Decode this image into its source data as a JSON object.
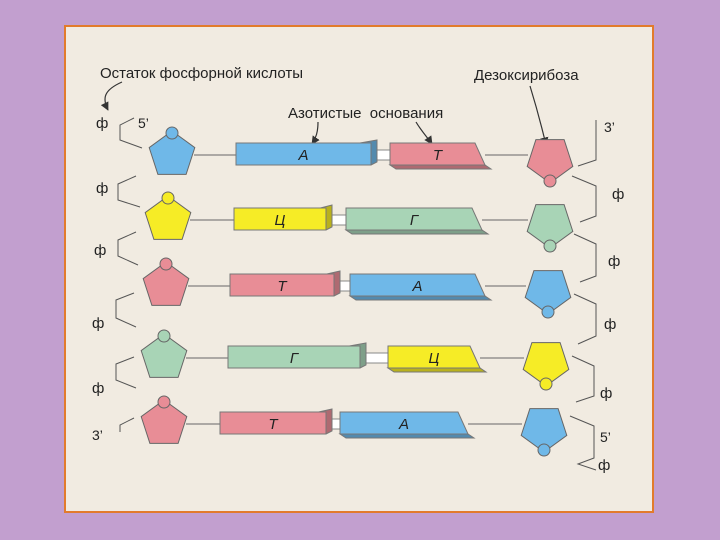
{
  "labels": {
    "phosphate": "Остаток фосфорной кислоты",
    "bases": "Азотистые  основания",
    "deoxyribose": "Дезоксирибоза",
    "phi": "ф",
    "end_5_top_left": "5’",
    "end_3_top_right": "3’",
    "end_3_bottom_left": "3’",
    "end_5_bottom_right": "5’"
  },
  "colors": {
    "blue": "#6fb8e8",
    "pink": "#e88d96",
    "yellow": "#f6ec26",
    "green": "#a8d4b6",
    "background": "#f1ebe1",
    "border": "#e27b2c",
    "page": "#c29fcf"
  },
  "pairs": [
    {
      "left_base": "А",
      "left_color": "blue",
      "right_base": "Т",
      "right_color": "pink"
    },
    {
      "left_base": "Ц",
      "left_color": "yellow",
      "right_base": "Г",
      "right_color": "green"
    },
    {
      "left_base": "Т",
      "left_color": "pink",
      "right_base": "А",
      "right_color": "blue"
    },
    {
      "left_base": "Г",
      "left_color": "green",
      "right_base": "Ц",
      "right_color": "yellow"
    },
    {
      "left_base": "Т",
      "left_color": "pink",
      "right_base": "А",
      "right_color": "blue"
    }
  ]
}
